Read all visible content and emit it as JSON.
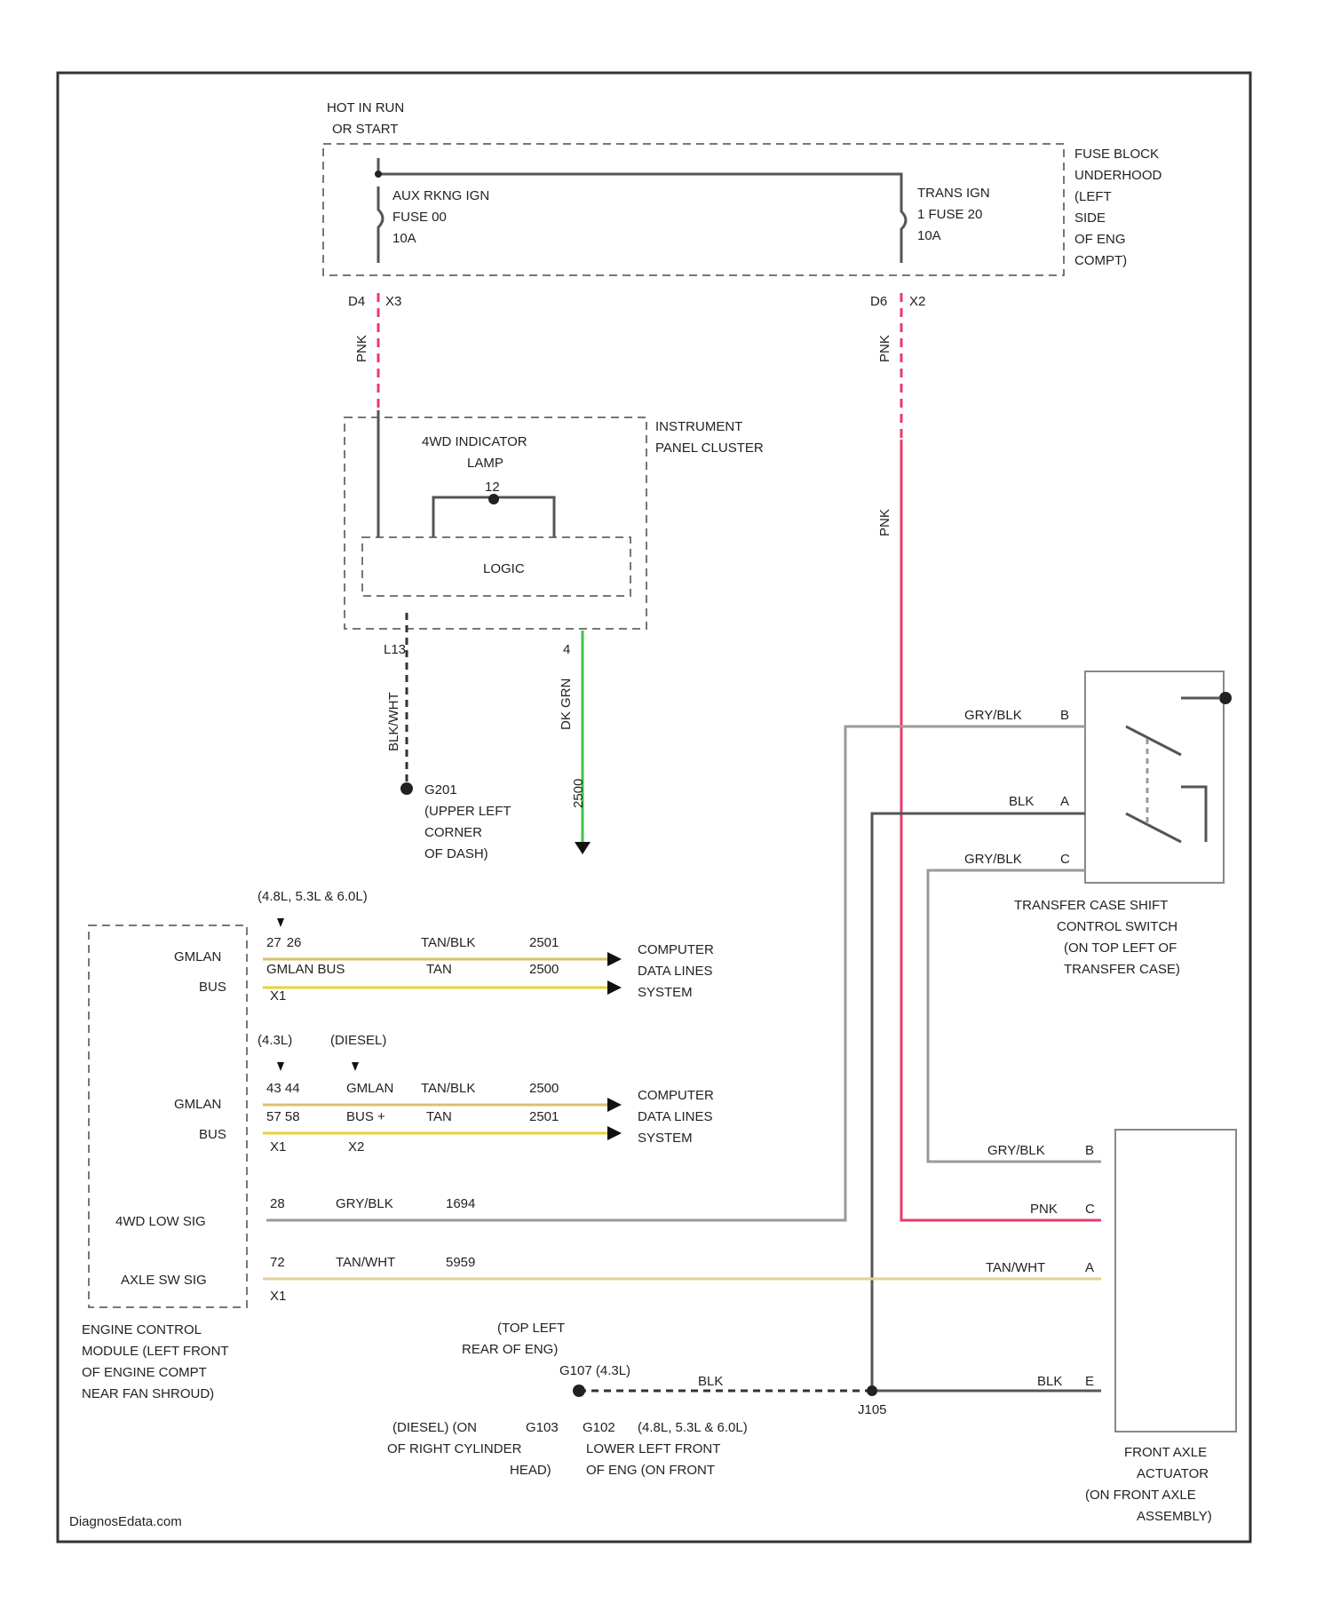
{
  "power": {
    "hot_label_1": "HOT IN RUN",
    "hot_label_2": "OR START",
    "fuse_left_1": "AUX RKNG IGN",
    "fuse_left_2": "FUSE 00",
    "fuse_left_3": "10A",
    "fuse_right_1": "TRANS IGN",
    "fuse_right_2": "1 FUSE 20",
    "fuse_right_3": "10A",
    "fuse_block_1": "FUSE BLOCK",
    "fuse_block_2": "UNDERHOOD",
    "fuse_block_3": "(LEFT",
    "fuse_block_4": "SIDE",
    "fuse_block_5": "OF ENG",
    "fuse_block_6": "COMPT)",
    "pin_left_a": "D4",
    "pin_left_b": "X3",
    "pin_right_a": "D6",
    "pin_right_b": "X2",
    "wire_left": "PNK",
    "wire_right_upper": "PNK",
    "wire_right_lower": "PNK"
  },
  "cluster": {
    "lamp_1": "4WD INDICATOR",
    "lamp_2": "LAMP",
    "title_1": "INSTRUMENT",
    "title_2": "PANEL CLUSTER",
    "logic": "LOGIC",
    "pin_lamp": "12",
    "pin_left": "L13",
    "pin_right": "4",
    "wire_ground": "BLK/WHT",
    "wire_green": "DK GRN",
    "wire_green_2": "2500",
    "ground_1": "G201",
    "ground_2": "(UPPER LEFT",
    "ground_3": "CORNER",
    "ground_4": "OF DASH)"
  },
  "switch": {
    "wire_b": "GRY/BLK",
    "pin_b": "B",
    "wire_a": "BLK",
    "pin_a": "A",
    "wire_c": "GRY/BLK",
    "pin_c": "C",
    "label_1": "TRANSFER CASE SHIFT",
    "label_2": "CONTROL SWITCH",
    "label_3": "(ON TOP LEFT OF",
    "label_4": "TRANSFER CASE)"
  },
  "ecm": {
    "engine_top": "(4.8L, 5.3L & 6.0L)",
    "gmlan_1": "GMLAN",
    "bus_1": "BUS",
    "pin_27": "27",
    "pin_26": "26",
    "gmlan_bus_label": "GMLAN BUS",
    "x1_top": "X1",
    "tanblk_1": "TAN/BLK",
    "tan_1": "TAN",
    "circuit_2501": "2501",
    "circuit_2500": "2500",
    "dest_1a": "COMPUTER",
    "dest_1b": "DATA LINES",
    "dest_1c": "SYSTEM",
    "engine_mid_a": "(4.3L)",
    "engine_mid_b": "(DIESEL)",
    "gmlan_2": "GMLAN",
    "bus_2": "BUS",
    "pin_43_44": "43 44",
    "pin_57_58": "57 58",
    "gmlan_mid": "GMLAN",
    "bus_plus": "BUS +",
    "tanblk_2": "TAN/BLK",
    "tan_2": "TAN",
    "circuit_2500b": "2500",
    "circuit_2501b": "2501",
    "x1_mid": "X1",
    "x2_mid": "X2",
    "dest_2a": "COMPUTER",
    "dest_2b": "DATA LINES",
    "dest_2c": "SYSTEM",
    "sig_4wd": "4WD LOW SIG",
    "pin_28": "28",
    "wire_4wd": "GRY/BLK",
    "circuit_4wd": "1694",
    "sig_axle": "AXLE SW SIG",
    "pin_72": "72",
    "wire_axle": "TAN/WHT",
    "circuit_axle": "5959",
    "x1_bot": "X1",
    "module_1": "ENGINE CONTROL",
    "module_2": "MODULE (LEFT FRONT",
    "module_3": "OF ENGINE COMPT",
    "module_4": "NEAR FAN SHROUD)"
  },
  "actuator": {
    "wire_b": "GRY/BLK",
    "pin_b": "B",
    "wire_c": "PNK",
    "pin_c": "C",
    "wire_a": "TAN/WHT",
    "pin_a": "A",
    "wire_e": "BLK",
    "pin_e": "E",
    "label_1": "FRONT AXLE",
    "label_2": "ACTUATOR",
    "label_3": "(ON FRONT AXLE",
    "label_4": "ASSEMBLY)"
  },
  "grounds": {
    "top_1": "(TOP LEFT",
    "top_2": "REAR OF ENG)",
    "g107": "G107 (4.3L)",
    "wire_blk": "BLK",
    "splice": "J105",
    "diesel_1": "(DIESEL) (ON",
    "diesel_2": "OF RIGHT CYLINDER",
    "diesel_3": "HEAD)",
    "g103": "G103",
    "g102": "G102",
    "g102_1": "(4.8L, 5.3L & 6.0L)",
    "g102_2": "LOWER LEFT FRONT",
    "g102_3": "OF ENG (ON FRONT"
  },
  "footer": "DiagnosEdata.com"
}
